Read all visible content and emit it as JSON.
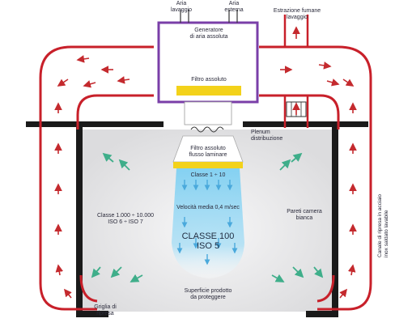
{
  "labels": {
    "aria_lavaggio": [
      "Aria",
      "lavaggio"
    ],
    "aria_esterna": [
      "Aria",
      "esterna"
    ],
    "estrazione": [
      "Estrazione fumane",
      "lavaggio"
    ],
    "generatore": [
      "Generatore",
      "di aria assoluta"
    ],
    "filtro_assoluto": "Filtro assoluto",
    "plenum": [
      "Plenum",
      "distribuzione"
    ],
    "filtro_flusso": [
      "Filtro assoluto",
      "flusso laminare"
    ],
    "classe_1_10": "Classe 1 ÷ 10",
    "velocita": "Velocità media 0,4 m/sec",
    "classe_100": [
      "CLASSE 100",
      "ISO 5"
    ],
    "classe_1000": [
      "Classe 1.000 ÷ 10.000",
      "ISO 6 ÷ ISO 7"
    ],
    "pareti": [
      "Pareti camera",
      "bianca"
    ],
    "superficie": [
      "Superficie prodotto",
      "da proteggere"
    ],
    "griglia": [
      "Griglia di",
      "ripresa"
    ],
    "canale": [
      "Canale di ripresa in acciaio",
      "inox saldato lavabile"
    ]
  },
  "colors": {
    "duct_red": "#c8202a",
    "generator_border": "#7a3fa8",
    "filter_yellow": "#f3d21a",
    "laminar_blue": "#5bbde6",
    "arrow_red": "#c42a2e",
    "arrow_green": "#3fae8a",
    "wall_black": "#1a1a1a",
    "room_gray": "#e9e9ea"
  }
}
